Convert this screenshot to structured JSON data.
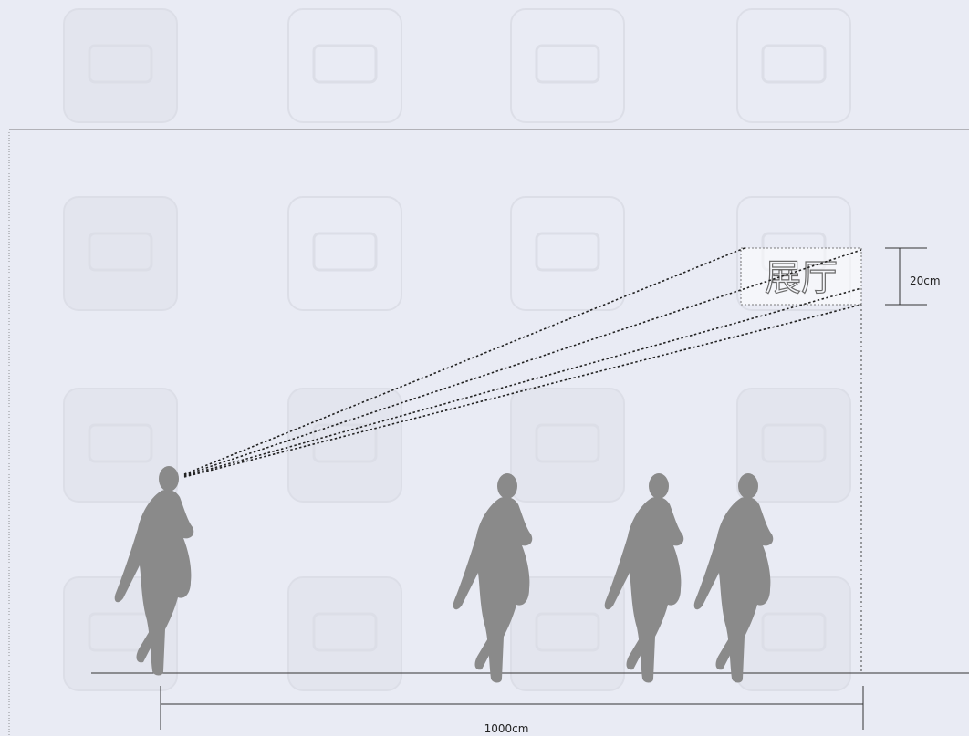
{
  "diagram": {
    "sign_text": "展厅",
    "height_label": "20cm",
    "distance_label": "1000cm"
  },
  "colors": {
    "background": "#e9ebf4",
    "icon_tile": "#dfe1ea",
    "icon_stroke": "#d3d5de",
    "silhouette": "#8a8a8a",
    "line": "#333333"
  },
  "background_icons": [
    "airplane-icon",
    "tram-icon",
    "trolleybus-icon",
    "railway-icon",
    "bicycle-icon",
    "cable-car-icon",
    "taxi-icon",
    "car-icon",
    "directions-icon",
    "bus-icon",
    "subway-icon",
    "airport-icon",
    "parking-icon",
    "shuttle-icon",
    "train-icon",
    "vehicle-icon"
  ]
}
